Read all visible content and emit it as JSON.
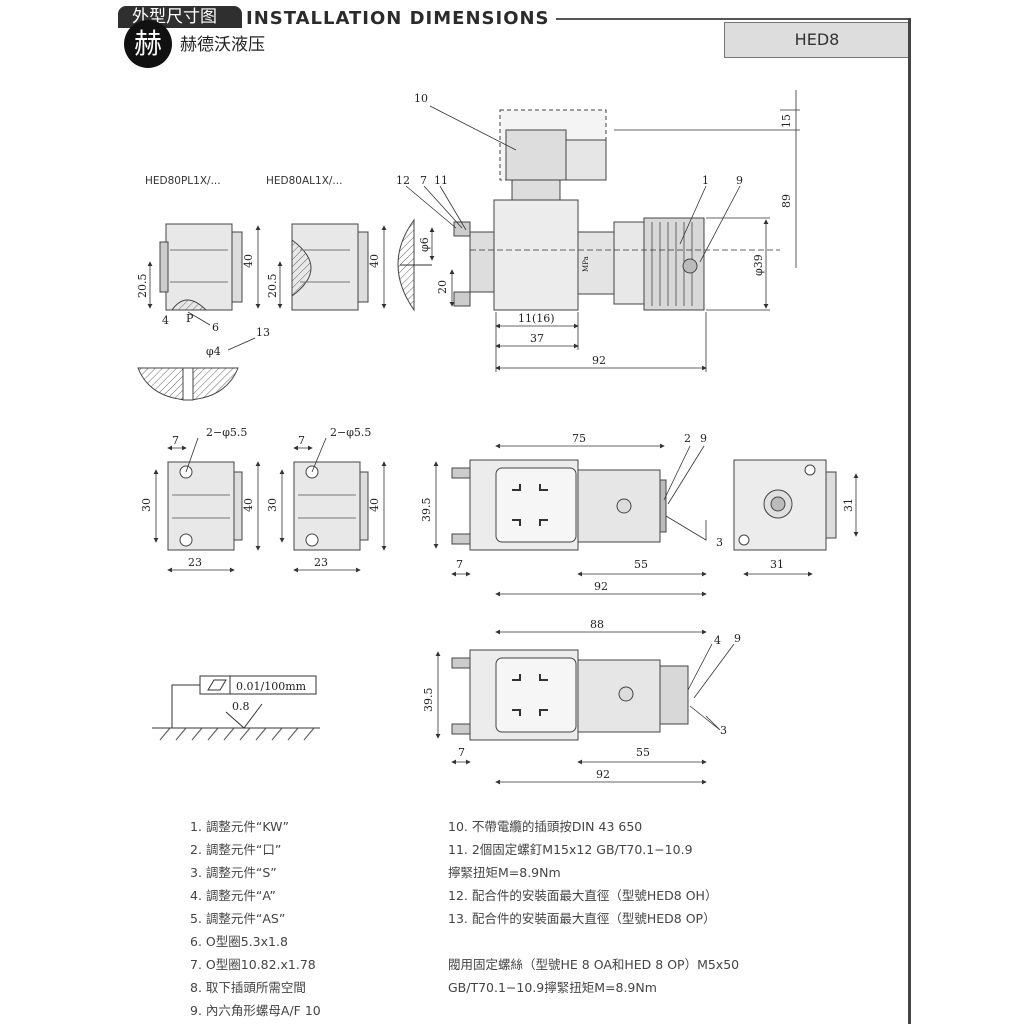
{
  "header": {
    "tab_text": "外型尺寸图",
    "title": "INSTALLATION DIMENSIONS",
    "model": "HED8",
    "logo_char": "赫",
    "logo_text": "赫德沃液压"
  },
  "drawing": {
    "variant_labels": [
      "HED80PL1X/...",
      "HED80AL1X/..."
    ],
    "callouts": {
      "c1": "1",
      "c2": "2",
      "c3": "3",
      "c4": "4",
      "c6": "6",
      "c7": "7",
      "c9": "9",
      "c10": "10",
      "c11": "11",
      "c12": "12",
      "c13": "13",
      "p": "P"
    },
    "dims": {
      "d15": "15",
      "d89": "89",
      "d39": "φ39",
      "d92": "92",
      "d37": "37",
      "d11_16": "11(16)",
      "d20": "20",
      "d6": "φ6",
      "d40": "40",
      "d20_5": "20.5",
      "d4": "4",
      "d_phi4": "φ4",
      "d2_phi55": "2−φ5.5",
      "d7": "7",
      "d30": "30",
      "d23": "23",
      "d75": "75",
      "d39_5": "39.5",
      "d55": "55",
      "d31": "31",
      "d88": "88",
      "d_flat": "0.01/100mm",
      "d08": "0.8",
      "mpa": "MPa"
    }
  },
  "notes_left": [
    "1.  調整元件“KW”",
    "2.  調整元件“口”",
    "3.  調整元件“S”",
    "4.  調整元件“A”",
    "5.  調整元件“AS”",
    "6.  O型圈5.3x1.8",
    "7.  O型圈10.82.x1.78",
    "8.  取下插頭所需空間",
    "9.  內六角形螺母A/F  10"
  ],
  "notes_right": [
    "10.  不帶電纜的插頭按DIN  43  650",
    "11.  2個固定螺釘M15x12  GB/T70.1−10.9",
    "       擰緊扭矩M=8.9Nm",
    "12.   配合件的安裝面最大直徑（型號HED8  OH）",
    "13.   配合件的安裝面最大直徑（型號HED8  OP）",
    "",
    "閥用固定螺絲（型號HE  8  OA和HED  8  OP）M5x50",
    "  GB/T70.1−10.9擰緊扭矩M=8.9Nm"
  ]
}
